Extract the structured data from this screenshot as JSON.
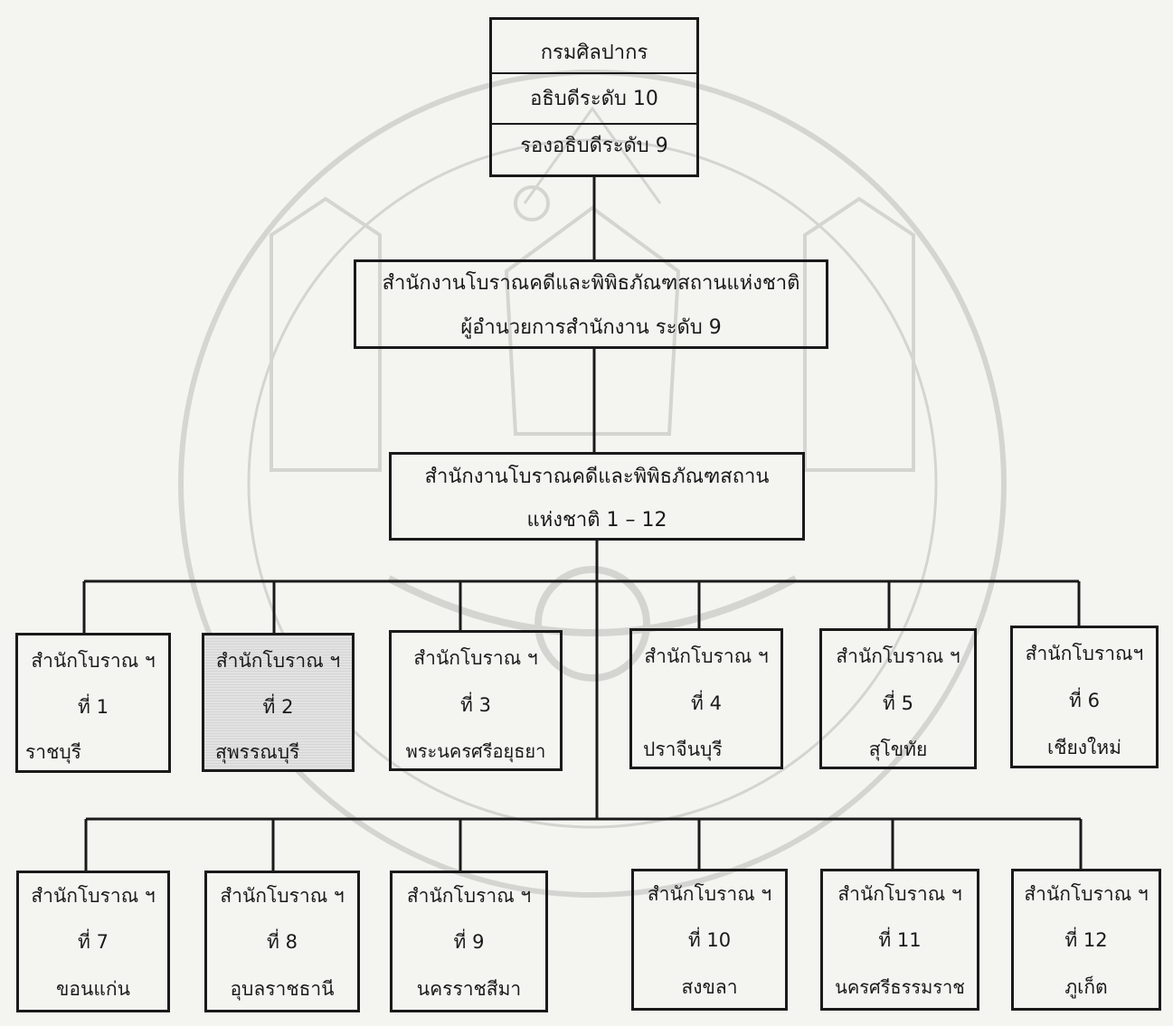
{
  "top_box": {
    "org": "กรมศิลปากร",
    "head": "อธิบดีระดับ 10",
    "deputy": "รองอธิบดีระดับ 9"
  },
  "national_office": {
    "name": "สำนักงานโบราณคดีและพิพิธภัณฑสถานแห่งชาติ",
    "head": "ผู้อำนวยการสำนักงาน ระดับ 9"
  },
  "regional_offices": {
    "line1": "สำนักงานโบราณคดีและพิพิธภัณฑสถาน",
    "line2": "แห่งชาติ 1 – 12"
  },
  "row1": [
    {
      "title": "สำนักโบราณ ฯ",
      "number": "ที่ 1",
      "province": "ราชบุรี"
    },
    {
      "title": "สำนักโบราณ ฯ",
      "number": "ที่ 2",
      "province": "สุพรรณบุรี",
      "shaded": true
    },
    {
      "title": "สำนักโบราณ ฯ",
      "number": "ที่ 3",
      "province": "พระนครศรีอยุธยา"
    },
    {
      "title": "สำนักโบราณ ฯ",
      "number": "ที่ 4",
      "province": "ปราจีนบุรี"
    },
    {
      "title": "สำนักโบราณ ฯ",
      "number": "ที่ 5",
      "province": "สุโขทัย"
    },
    {
      "title": "สำนักโบราณฯ",
      "number": "ที่ 6",
      "province": "เชียงใหม่"
    }
  ],
  "row2": [
    {
      "title": "สำนักโบราณ ฯ",
      "number": "ที่ 7",
      "province": "ขอนแก่น"
    },
    {
      "title": "สำนักโบราณ ฯ",
      "number": "ที่ 8",
      "province": "อุบลราชธานี"
    },
    {
      "title": "สำนักโบราณ ฯ",
      "number": "ที่ 9",
      "province": "นครราชสีมา"
    },
    {
      "title": "สำนักโบราณ ฯ",
      "number": "ที่ 10",
      "province": "สงขลา"
    },
    {
      "title": "สำนักโบราณ ฯ",
      "number": "ที่ 11",
      "province": "นครศรีธรรมราช"
    },
    {
      "title": "สำนักโบราณ ฯ",
      "number": "ที่ 12",
      "province": "ภูเก็ต"
    }
  ],
  "watermark": {
    "kind": "university-seal",
    "color": "#c9c9c6"
  }
}
